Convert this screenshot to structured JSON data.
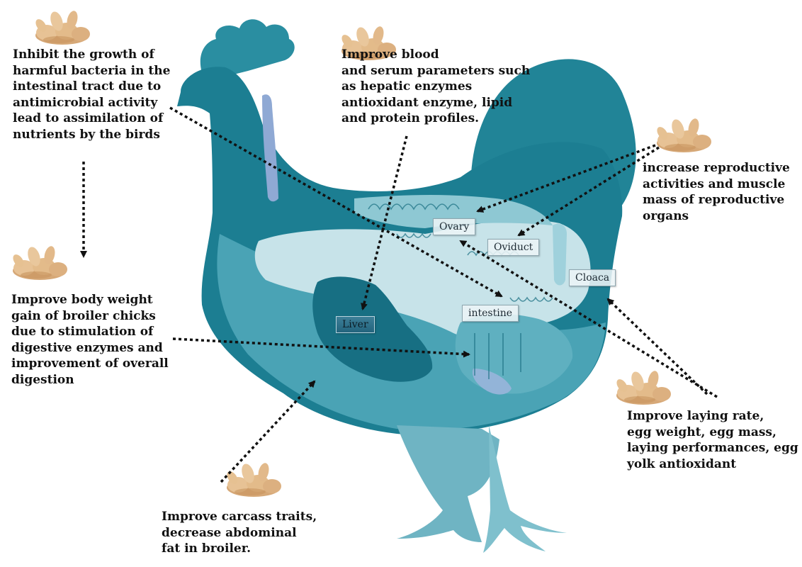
{
  "labels": {
    "top_left": "Inhibit the growth of\nharmful bacteria in the\nintestinal tract due to\nantimicrobial activity\nlead to assimilation of\nnutrients by the birds",
    "top_center": "Improve blood\nand serum parameters such\nas hepatic enzymes\nantioxidant enzyme, lipid\nand protein profiles.",
    "right_upper": "increase reproductive\nactivities and muscle\nmass of reproductive\norgans",
    "left_middle": "Improve body weight\ngain of broiler chicks\ndue to stimulation of\ndigestive enzymes and\nimprovement of overall\ndigestion",
    "bottom_center": "Improve carcass traits,\ndecrease abdominal\nfat in broiler.",
    "right_lower": "Improve laying rate,\negg weight, egg mass,\nlaying performances, egg\nyolk antioxidant"
  },
  "organs": {
    "ovary": "Ovary",
    "oviduct": "Oviduct",
    "cloaca": "Cloaca",
    "liver": "Liver",
    "intestine": "intestine"
  },
  "icons": [
    "ginger-root-icon",
    "arrow-icon"
  ],
  "colors": {
    "chicken_dark": "#1c7e92",
    "chicken_mid": "#3f9eb1",
    "chicken_light": "#77bcc9",
    "chicken_pale": "#c3e1e7",
    "ginger": "#e0b888",
    "arrow": "#111111"
  }
}
